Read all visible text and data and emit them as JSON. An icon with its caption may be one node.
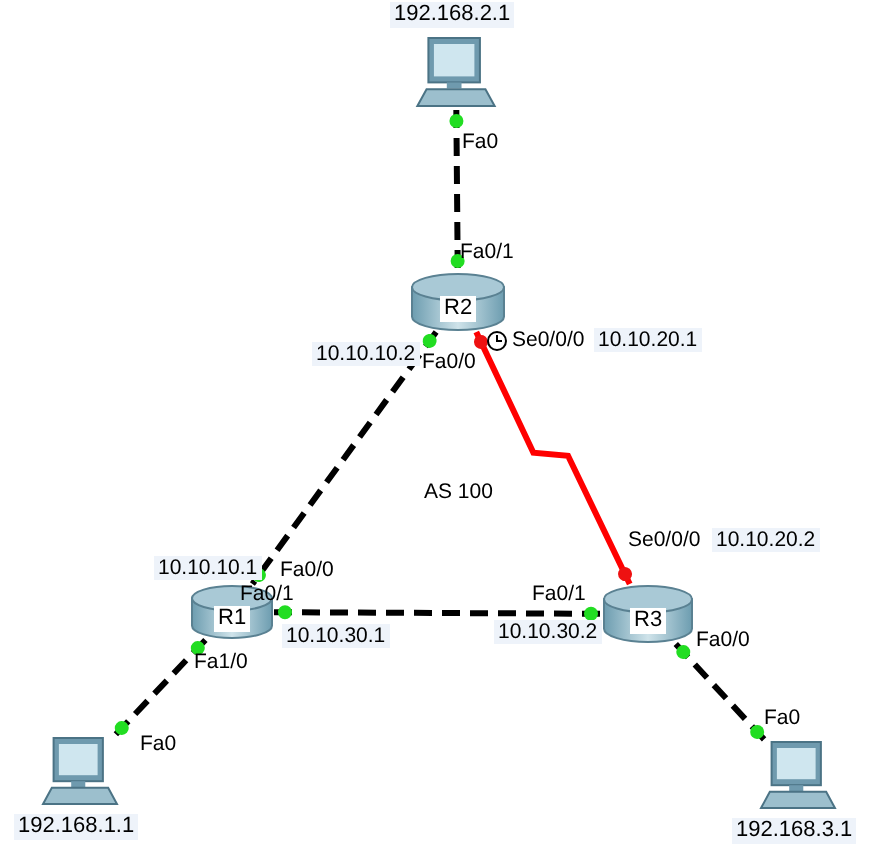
{
  "diagram": {
    "nodes": [
      {
        "text": [
          "192.168.2.1"
        ]
      },
      {
        "text": [
          "R2"
        ]
      },
      {
        "text": [
          "R1"
        ]
      },
      {
        "text": [
          "R3"
        ]
      },
      {
        "text": [
          "192.168.1.1"
        ]
      },
      {
        "text": [
          "192.168.3.1"
        ]
      }
    ],
    "edges": [
      {
        "from": 0,
        "to": 1,
        "arrow": "other",
        "style": "dashed"
      },
      {
        "from": 1,
        "to": 2,
        "arrow": "other",
        "style": "dashed"
      },
      {
        "from": 1,
        "to": 3,
        "arrow": "other",
        "color": "#ff0000"
      },
      {
        "from": 2,
        "to": 3,
        "arrow": "other",
        "style": "dashed"
      },
      {
        "from": 2,
        "to": 4,
        "arrow": "other",
        "style": "dashed"
      },
      {
        "from": 3,
        "to": 5,
        "arrow": "other",
        "style": "dashed"
      }
    ],
    "labels": [
      "Fa0",
      "Fa0/1",
      "Se0/0/0",
      "10.10.20.1",
      "10.10.10.2",
      "Fa0/0",
      "AS 100",
      "Se0/0/0",
      "10.10.20.2",
      "10.10.10.1",
      "Fa0/0",
      "Fa0/1",
      "Fa0/1",
      "10.10.30.1",
      "10.10.30.2",
      "Fa1/0",
      "Fa0/0",
      "Fa0",
      "Fa0"
    ]
  }
}
